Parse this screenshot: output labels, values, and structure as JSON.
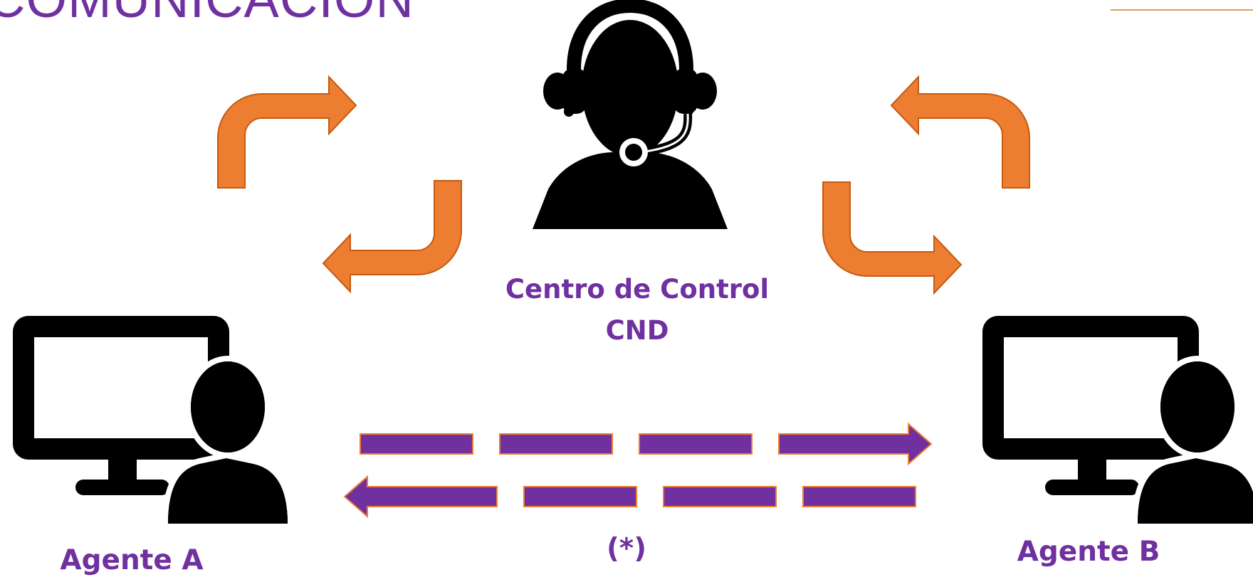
{
  "title": "COMUNICACIÓN",
  "control_center": {
    "line1": "Centro de Control",
    "line2": "CND"
  },
  "agent_a": "Agente A",
  "agent_b": "Agente B",
  "note": "(*)",
  "colors": {
    "purple": "#7030a0",
    "orange": "#ed7d31",
    "orange_outline": "#c55a11",
    "icon": "#000000"
  },
  "icons": [
    "headset-operator-icon",
    "computer-user-icon"
  ]
}
